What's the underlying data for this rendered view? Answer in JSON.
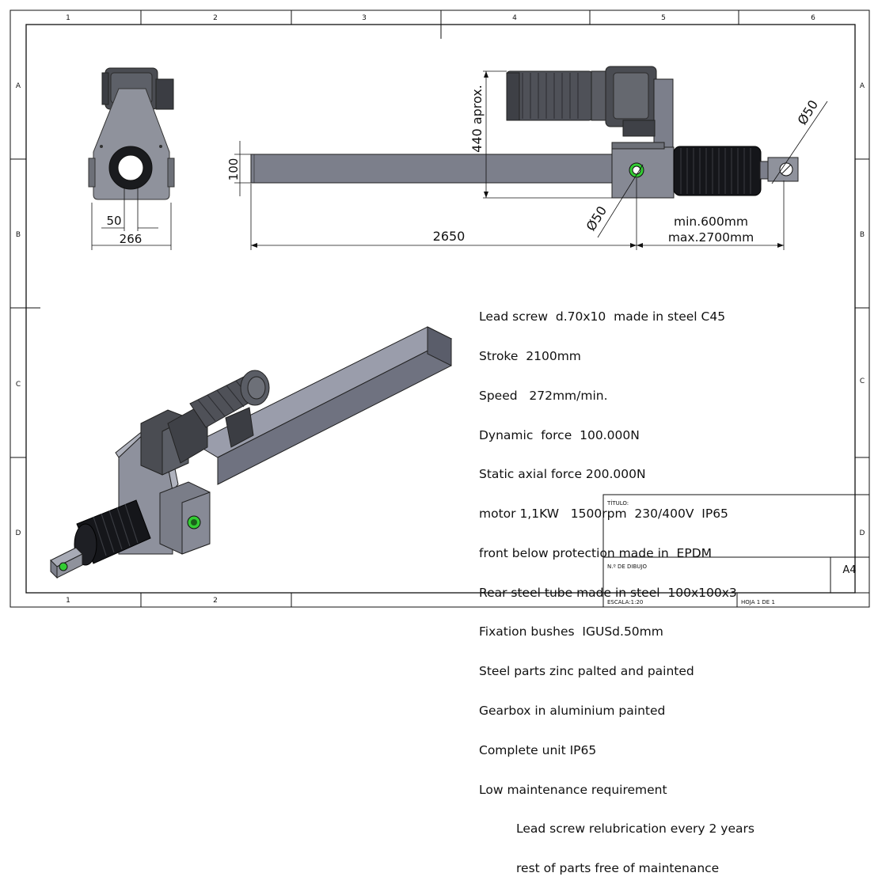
{
  "frame": {
    "columns": [
      "1",
      "2",
      "3",
      "4",
      "5",
      "6"
    ],
    "rows": [
      "A",
      "B",
      "C",
      "D"
    ],
    "bottom_columns": [
      "1",
      "2"
    ]
  },
  "dimensions": {
    "width_50": "50",
    "width_266": "266",
    "height_100": "100",
    "height_440": "440 aprox.",
    "length_2650": "2650",
    "dia_50_eye": "Ø50",
    "dia_50_bush": "Ø50",
    "stroke_min": "min.600mm",
    "stroke_max": "max.2700mm"
  },
  "specs": {
    "lines": [
      "Lead screw  d.70x10  made in steel C45",
      "Stroke  2100mm",
      "Speed   272mm/min.",
      "Dynamic  force  100.000N",
      "Static axial force 200.000N",
      "motor 1,1KW   1500rpm  230/400V  IP65",
      "front below protection made in  EPDM",
      "Rear steel tube made in steel  100x100x3",
      "Fixation bushes  IGUSd.50mm",
      "Steel parts zinc palted and painted",
      "Gearbox in aluminium painted",
      "Complete unit IP65",
      "Low maintenance requirement"
    ],
    "indented": [
      "Lead screw relubrication every 2 years",
      "rest of parts free of maintenance"
    ]
  },
  "title_block": {
    "title_label": "TÍTULO:",
    "drawing_no_label": "N.º DE DIBUJO",
    "size": "A4",
    "scale": "ESCALA:1:20",
    "sheet": "HOJA 1 DE 1"
  },
  "colors": {
    "line": "#111111",
    "steel_light": "#8a8d98",
    "steel_dark": "#3a3c42",
    "bellows": "#15161a",
    "bush_green": "#33cc33"
  }
}
